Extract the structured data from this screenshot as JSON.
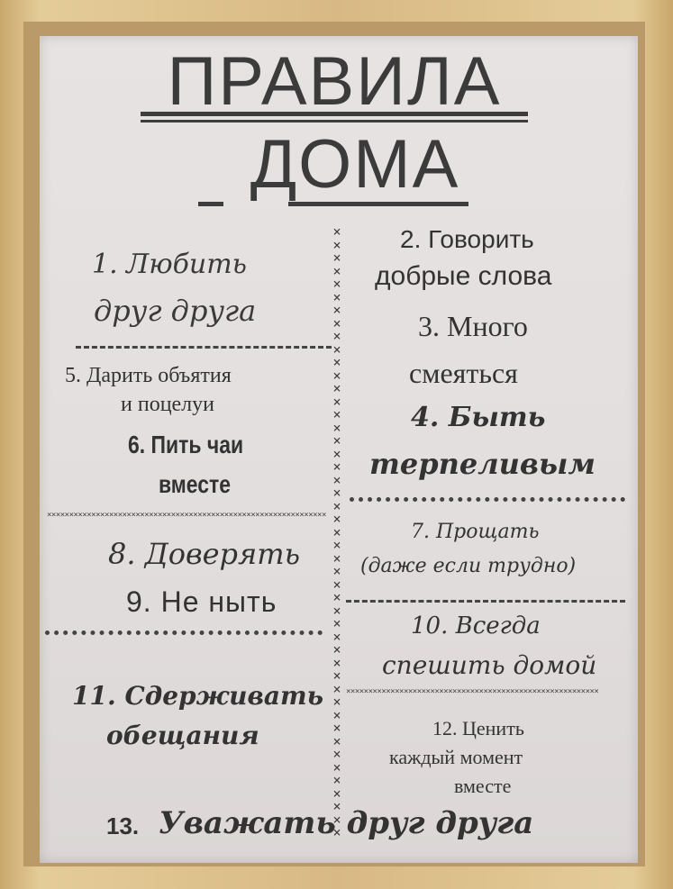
{
  "poster": {
    "title_line1": "ПРАВИЛА",
    "title_line2": "ДОМА",
    "rules": {
      "r1_line1": "1. Любить",
      "r1_line2": "друг друга",
      "r2_line1": "2. Говорить",
      "r2_line2": "добрые слова",
      "r3_line1": "3. Много",
      "r3_line2": "смеяться",
      "r4_line1": "4. Быть",
      "r4_line2": "терпеливым",
      "r5_line1": "5. Дарить объятия",
      "r5_line2": "и поцелуи",
      "r6_line1": "6. Пить чаи",
      "r6_line2": "вместе",
      "r7_line1": "7. Прощать",
      "r7_line2": "(даже если трудно)",
      "r8": "8. Доверять",
      "r9": "9. Не ныть",
      "r10_line1": "10. Всегда",
      "r10_line2": "спешить домой",
      "r11_line1": "11. Сдерживать",
      "r11_line2": "обещания",
      "r12_line1": "12. Ценить",
      "r12_line2": "каждый момент",
      "r12_line3": "вместе",
      "r13_number": "13.",
      "r13_text": "Уважать друг друга"
    }
  }
}
